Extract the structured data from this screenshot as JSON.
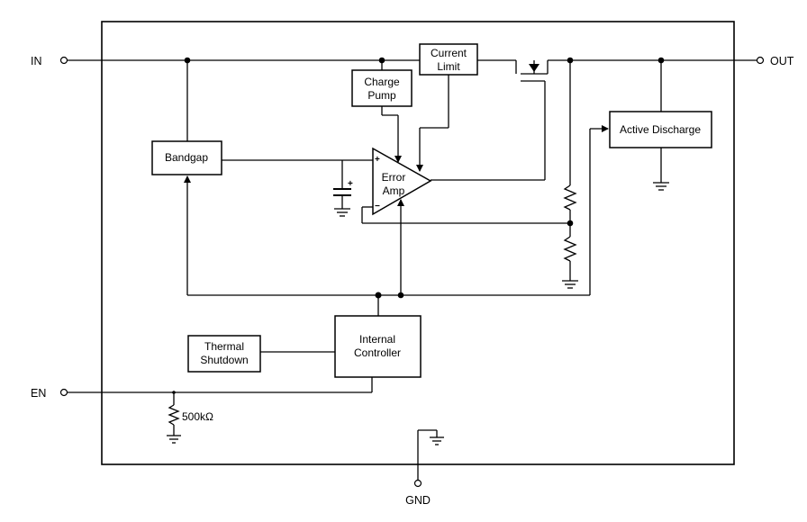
{
  "pins": {
    "in": "IN",
    "out": "OUT",
    "en": "EN",
    "gnd": "GND"
  },
  "blocks": {
    "current_limit": [
      "Current",
      "Limit"
    ],
    "charge_pump": [
      "Charge",
      "Pump"
    ],
    "bandgap": [
      "Bandgap"
    ],
    "error_amp": [
      "Error",
      "Amp"
    ],
    "active_discharge": [
      "Active Discharge"
    ],
    "thermal_shutdown": [
      "Thermal",
      "Shutdown"
    ],
    "internal_controller": [
      "Internal",
      "Controller"
    ]
  },
  "components": {
    "pulldown_resistor": "500kΩ",
    "opamp_plus": "+",
    "opamp_minus": "−",
    "cap_plus": "+"
  }
}
